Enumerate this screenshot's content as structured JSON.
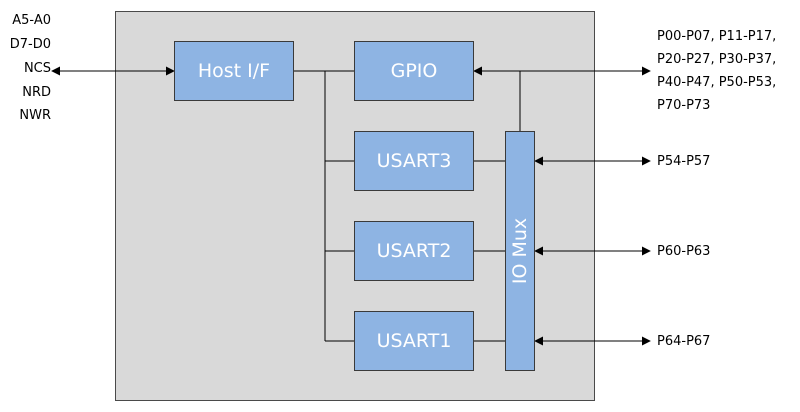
{
  "blocks": {
    "host": "Host I/F",
    "gpio": "GPIO",
    "usart3": "USART3",
    "usart2": "USART2",
    "usart1": "USART1",
    "iomux": "IO Mux"
  },
  "host_signals": [
    "A5-A0",
    "D7-D0",
    "NCS",
    "NRD",
    "NWR"
  ],
  "gpio_ports": [
    "P00-P07, P11-P17,",
    "P20-P27, P30-P37,",
    "P40-P47, P50-P53,",
    "P70-P73"
  ],
  "usart_ports": {
    "usart3": "P54-P57",
    "usart2": "P60-P63",
    "usart1": "P64-P67"
  },
  "colors": {
    "chip_fill": "#d9d9d9",
    "block_fill": "#8eb4e3",
    "line": "#000000"
  }
}
